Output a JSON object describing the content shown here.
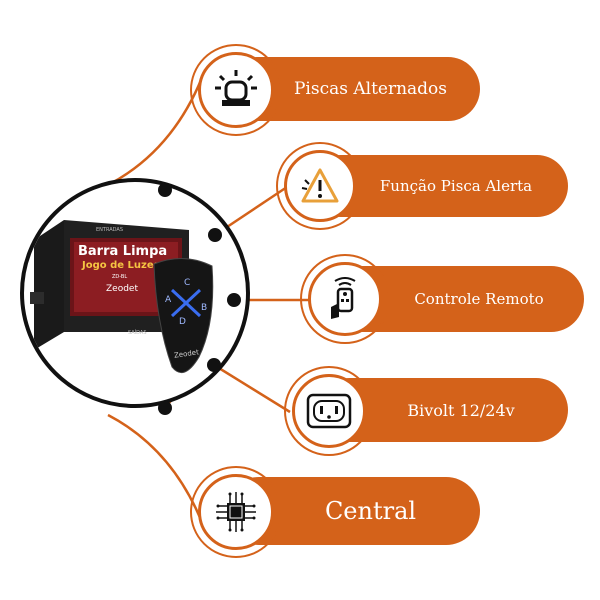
{
  "colors": {
    "accent": "#d4621a",
    "dark": "#111111",
    "white": "#ffffff",
    "device_red": "#c0151b",
    "remote_blue": "#3a6df0"
  },
  "product": {
    "top_label": "ENTRADAS",
    "title_line1": "Barra Limpa",
    "title_line2": "Jogo de Luzes",
    "model": "ZD-BL",
    "brand": "Zeodet",
    "bottom_label": "SAÍDAS",
    "remote_brand": "Zeodet",
    "remote_buttons": [
      "A",
      "B",
      "C",
      "D"
    ]
  },
  "features": [
    {
      "label": "Piscas Alternados",
      "icon": "siren-icon"
    },
    {
      "label": "Função Pisca Alerta",
      "icon": "warning-triangle-icon"
    },
    {
      "label": "Controle Remoto",
      "icon": "remote-control-icon"
    },
    {
      "label": "Bivolt 12/24v",
      "icon": "power-outlet-icon"
    },
    {
      "label": "Central",
      "icon": "microchip-icon"
    }
  ]
}
